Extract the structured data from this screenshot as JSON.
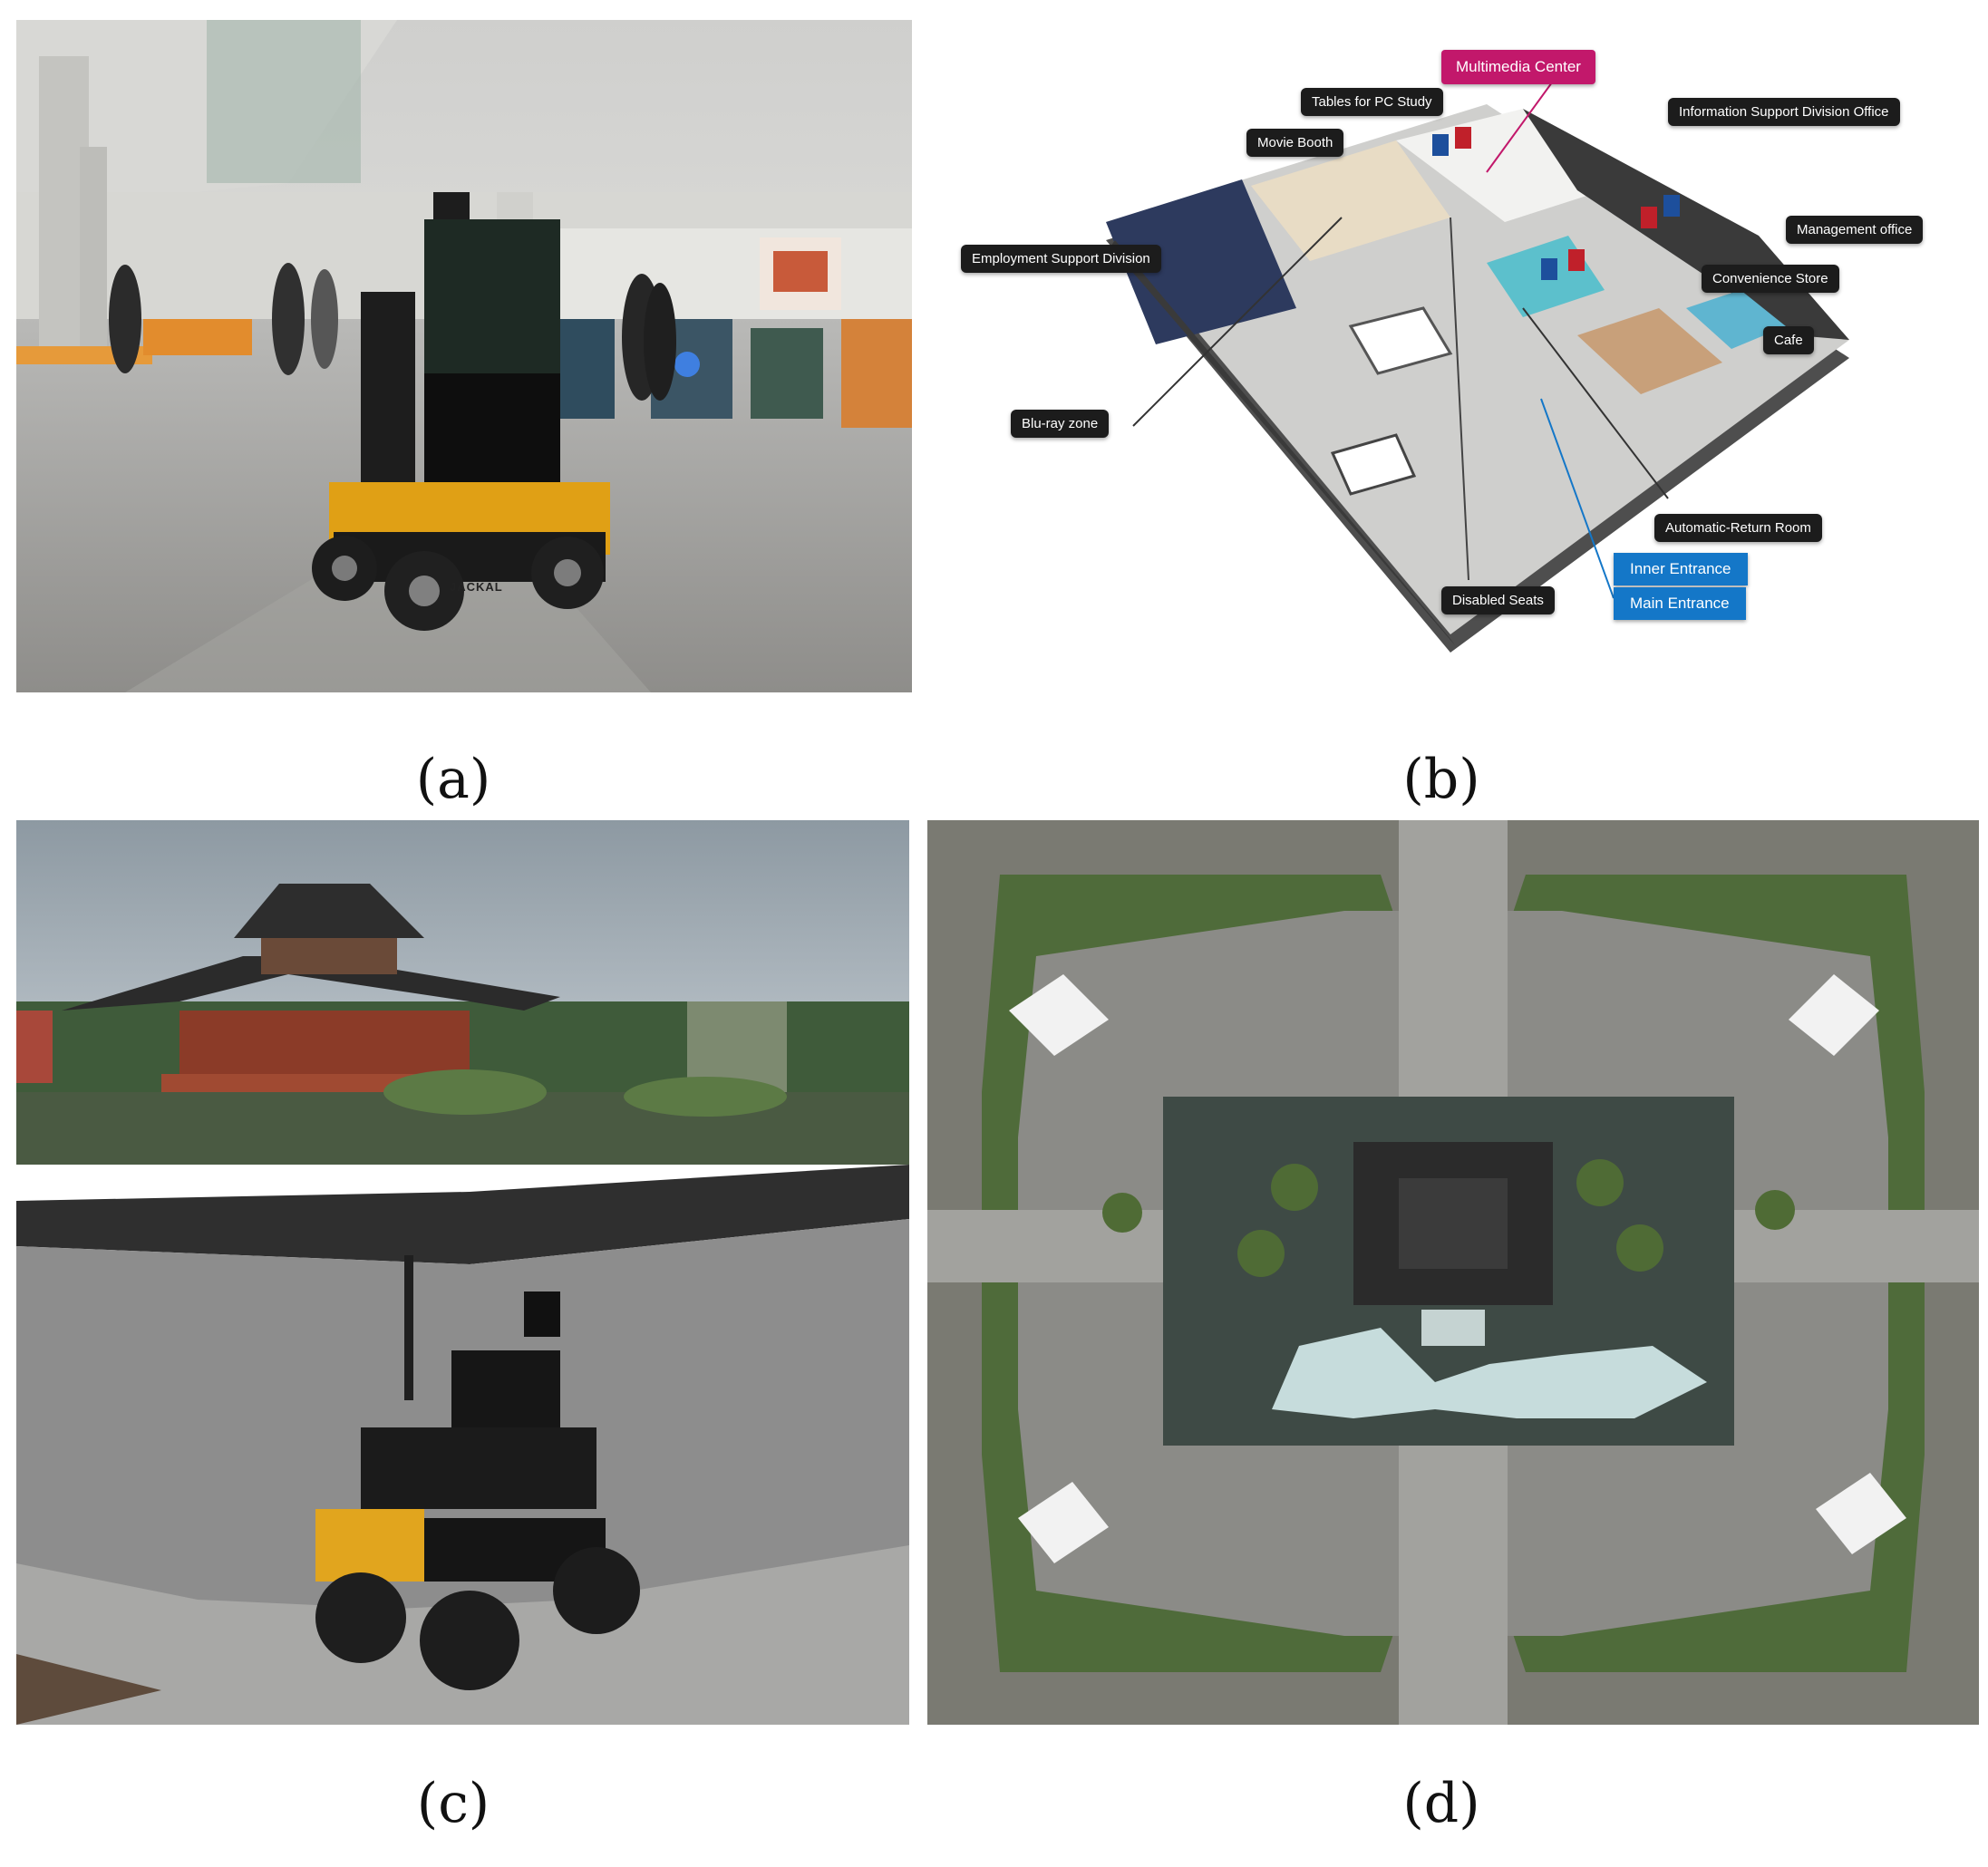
{
  "panels": {
    "a": {
      "caption": "(a)",
      "robot_badge": "JACKAL"
    },
    "b": {
      "caption": "(b)",
      "labels": {
        "multimedia_center": "Multimedia Center",
        "tables_pc_study": "Tables for PC Study",
        "info_support_office": "Information Support Division Office",
        "movie_booth": "Movie Booth",
        "management_office": "Management office",
        "employment_support": "Employment Support Division",
        "convenience_store": "Convenience Store",
        "cafe": "Cafe",
        "bluray_zone": "Blu-ray  zone",
        "auto_return_room": "Automatic-Return Room",
        "inner_entrance": "Inner Entrance",
        "main_entrance": "Main Entrance",
        "disabled_seats": "Disabled Seats"
      },
      "colors": {
        "pink": "#c2186b",
        "blue": "#1477c8",
        "dark": "#1c1c1c"
      }
    },
    "c": {
      "caption": "(c)"
    },
    "d": {
      "caption": "(d)"
    }
  }
}
